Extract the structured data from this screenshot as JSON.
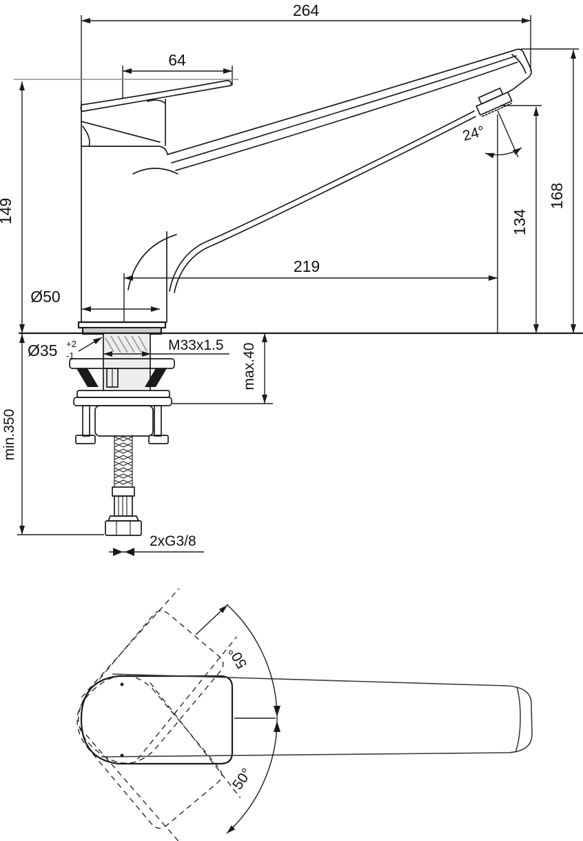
{
  "meta": {
    "background": "#ffffff",
    "line_color": "#1a1a1a",
    "reference_line_color": "#8f8f8f",
    "drawing_type": "faucet installation dimension drawing"
  },
  "side_view": {
    "name": "kitchen mixer side elevation",
    "dims": {
      "overall_length": "264",
      "handle_top_length": "64",
      "handle_height": "149",
      "spout_height": "168",
      "outlet_height": "134",
      "spout_angle": "24°",
      "spout_reach": "219",
      "base_diameter": "Ø50",
      "hole_diameter": "Ø35",
      "hole_tol_plus": "+2",
      "hole_tol_minus": "-1",
      "shank_thread": "M33x1.5",
      "deck_max": "max.40",
      "hose_min": "min.350",
      "supply_thread": "2xG3/8"
    }
  },
  "top_view": {
    "name": "handle swivel plan view",
    "dims": {
      "swivel_up": "50°",
      "swivel_down": "50°"
    }
  }
}
